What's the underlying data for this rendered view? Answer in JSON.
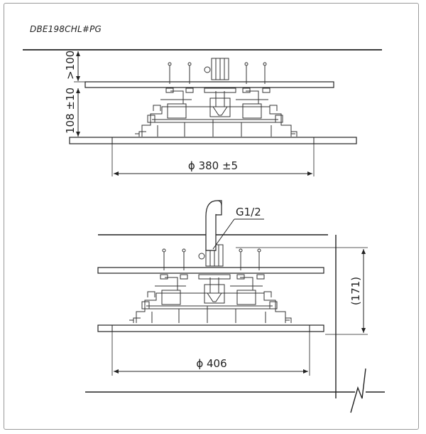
{
  "model": "DBE198CHL#PG",
  "top_view": {
    "dim_clearance": ">100",
    "dim_height": "108 ±10",
    "dim_diameter": "ϕ 380 ±5"
  },
  "bottom_view": {
    "dim_connection": "G1/2",
    "dim_total_height": "(171)",
    "dim_diameter": "ϕ 406"
  }
}
